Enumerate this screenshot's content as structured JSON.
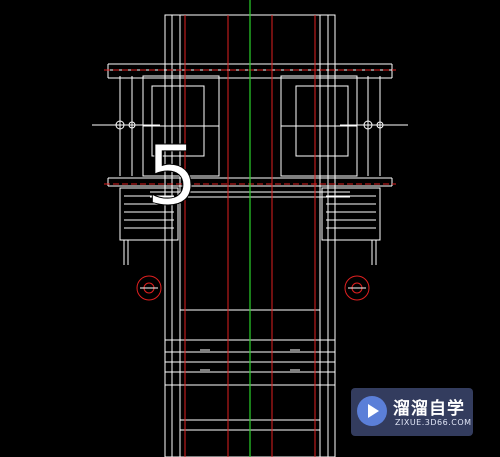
{
  "drawing": {
    "step_number": "5",
    "colors": {
      "background": "#000000",
      "lines": "#ffffff",
      "centerline": "#2bd12b",
      "red_lines": "#e02020",
      "accent": "#d04040"
    },
    "icons": [
      "machine-frame-drawing",
      "pulley-circle-icon"
    ]
  },
  "watermark": {
    "title": "溜溜自学",
    "url": "ZIXUE.3D66.COM",
    "icon": "play-logo-icon"
  }
}
